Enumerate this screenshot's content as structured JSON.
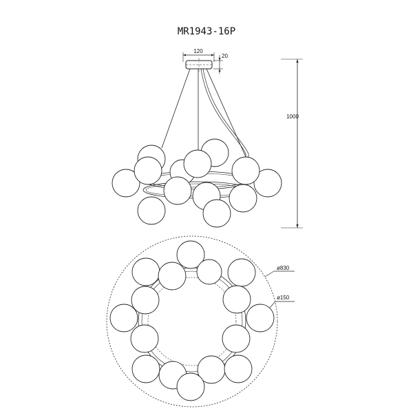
{
  "model": "MR1943-16P",
  "dims": {
    "canopy_width": "120",
    "canopy_height": "20",
    "total_height": "1000",
    "diameter": "ø830",
    "ball_diameter": "ø150"
  }
}
